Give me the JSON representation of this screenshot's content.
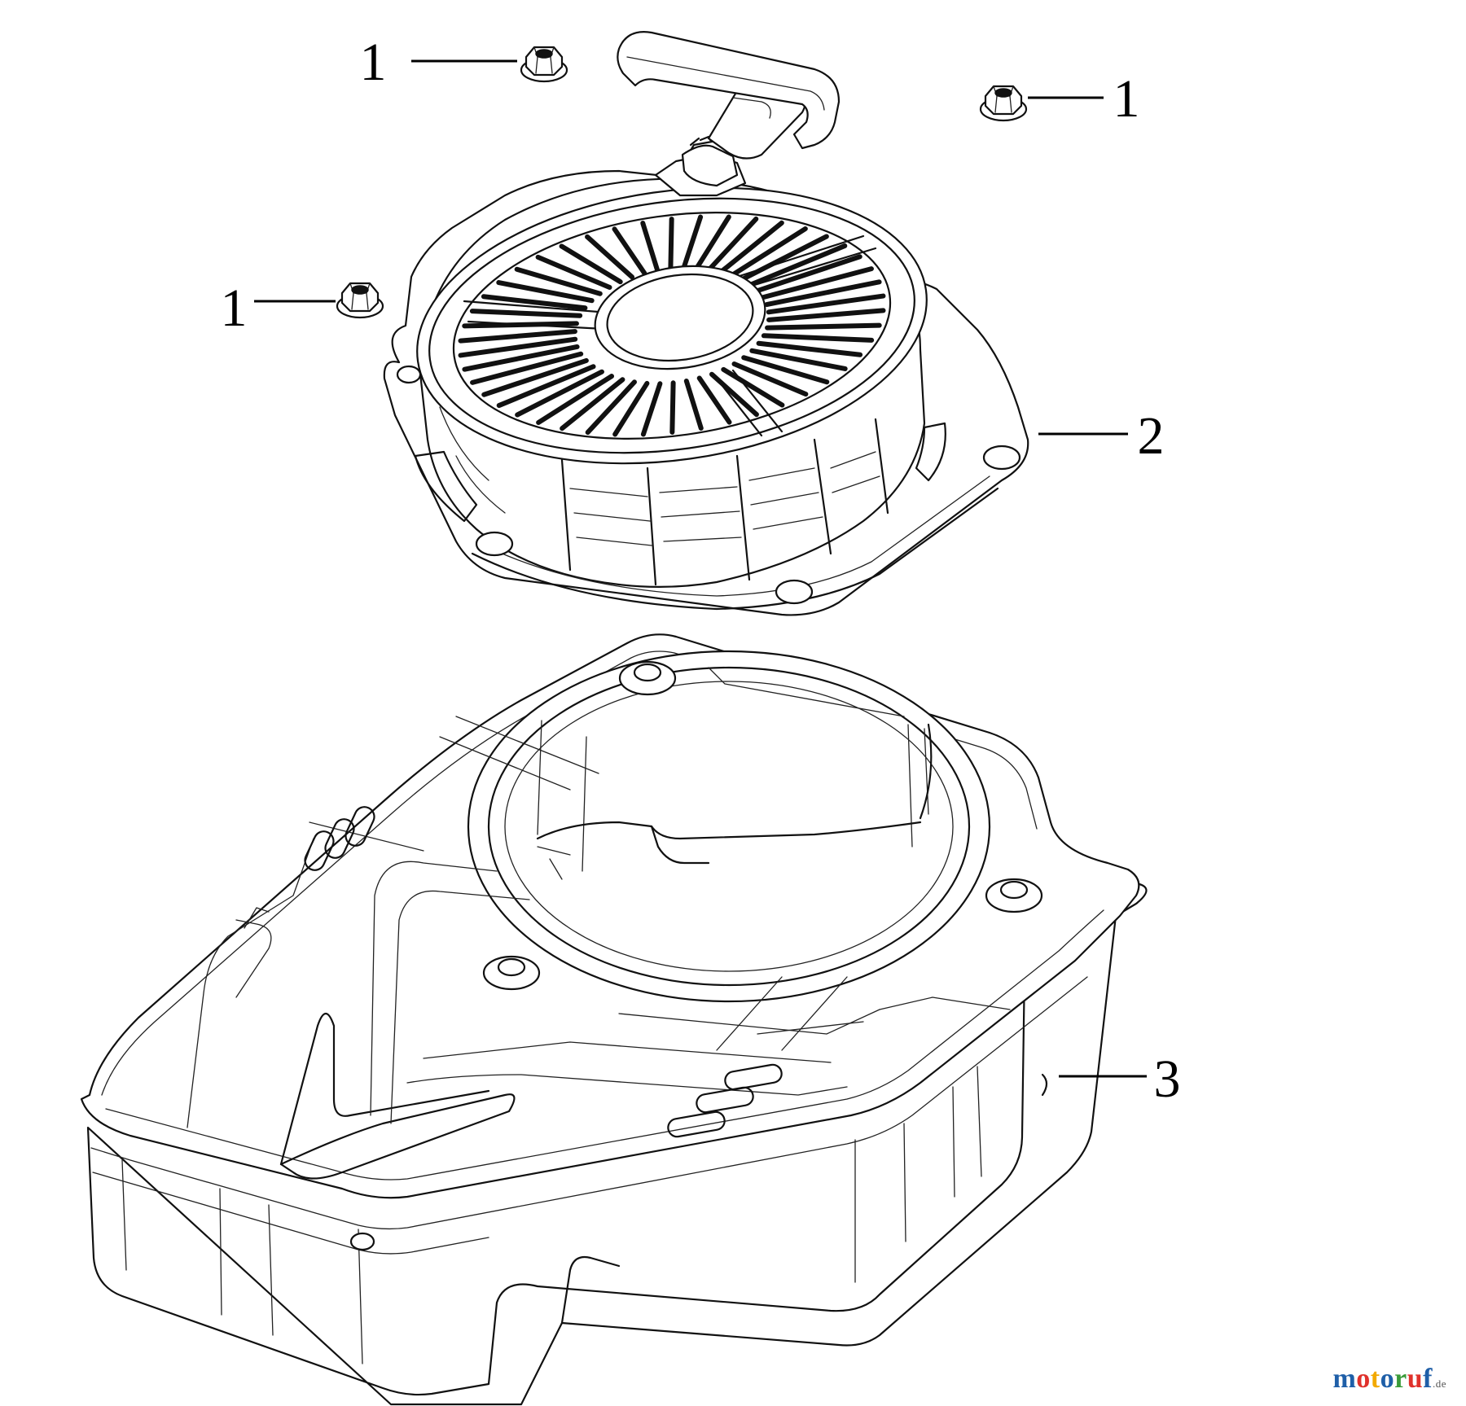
{
  "callouts": [
    {
      "id": "nut-top-left",
      "label": "1"
    },
    {
      "id": "nut-top-right",
      "label": "1"
    },
    {
      "id": "nut-left",
      "label": "1"
    },
    {
      "id": "recoil-starter",
      "label": "2"
    },
    {
      "id": "fan-housing",
      "label": "3"
    }
  ],
  "watermark": {
    "parts": [
      {
        "text": "m",
        "color": "#1f5fa8"
      },
      {
        "text": "o",
        "color": "#e0312b"
      },
      {
        "text": "t",
        "color": "#f2a900"
      },
      {
        "text": "o",
        "color": "#1f5fa8"
      },
      {
        "text": "r",
        "color": "#3a9b3a"
      },
      {
        "text": "u",
        "color": "#e0312b"
      },
      {
        "text": "f",
        "color": "#1f5fa8"
      }
    ],
    "suffix": ".de"
  }
}
